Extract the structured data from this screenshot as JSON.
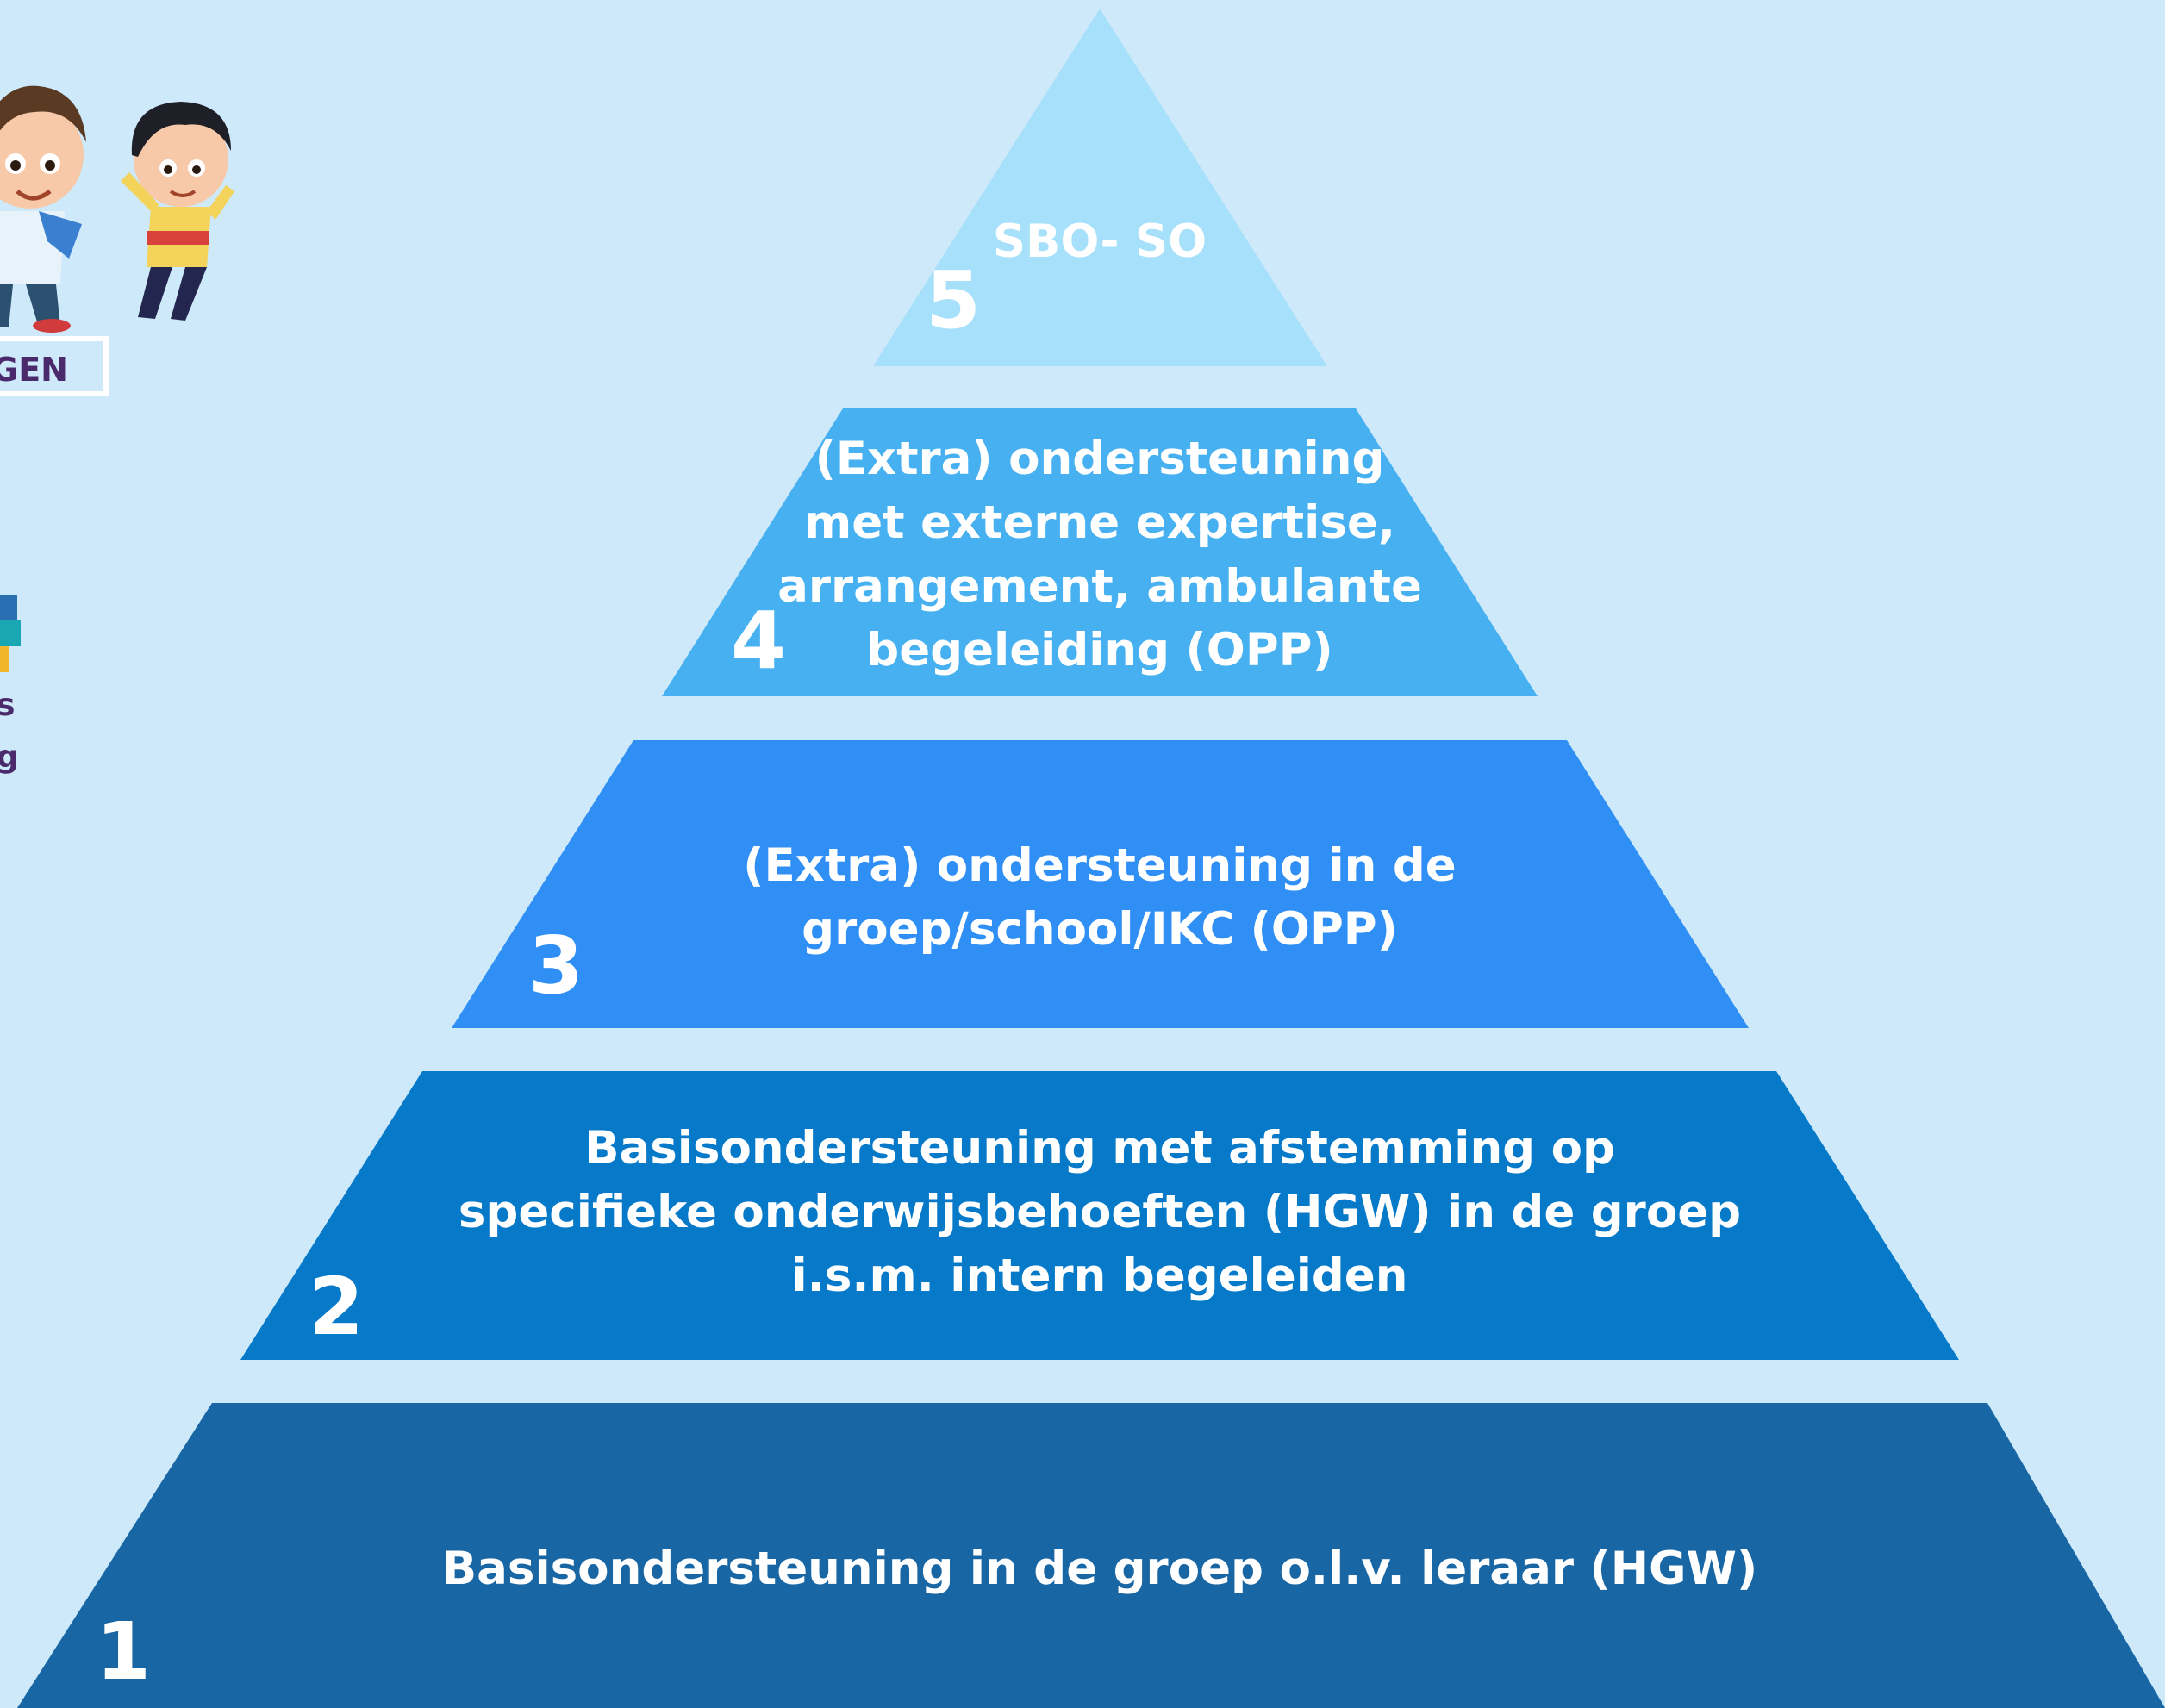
{
  "pyramid": {
    "tiers": [
      {
        "number": "5",
        "lines": [
          "SBO- SO"
        ],
        "color": "#a6e0fb"
      },
      {
        "number": "4",
        "lines": [
          "(Extra) ondersteuning",
          "met externe expertise,",
          "arrangement, ambulante",
          "begeleiding (OPP)"
        ],
        "color": "#47b0f0"
      },
      {
        "number": "3",
        "lines": [
          "(Extra) ondersteuning in de",
          "groep/school/IKC (OPP)"
        ],
        "color": "#2f8ff5"
      },
      {
        "number": "2",
        "lines": [
          "Basisondersteuning met afstemming op",
          "specifieke onderwijsbehoeften (HGW) in de groep",
          "i.s.m. intern begeleiden"
        ],
        "color": "#0679c9"
      },
      {
        "number": "1",
        "lines": [
          "Basisondersteuning in de groep o.l.v. leraar (HGW)"
        ],
        "color": "#1866a4"
      }
    ]
  },
  "sidebar": {
    "box_label": "GEN",
    "text_line_1": "s",
    "text_line_2": "g"
  },
  "colors": {
    "background": "#cde9fa",
    "text_dark": "#4a2a6b",
    "text_light": "#ffffff"
  }
}
